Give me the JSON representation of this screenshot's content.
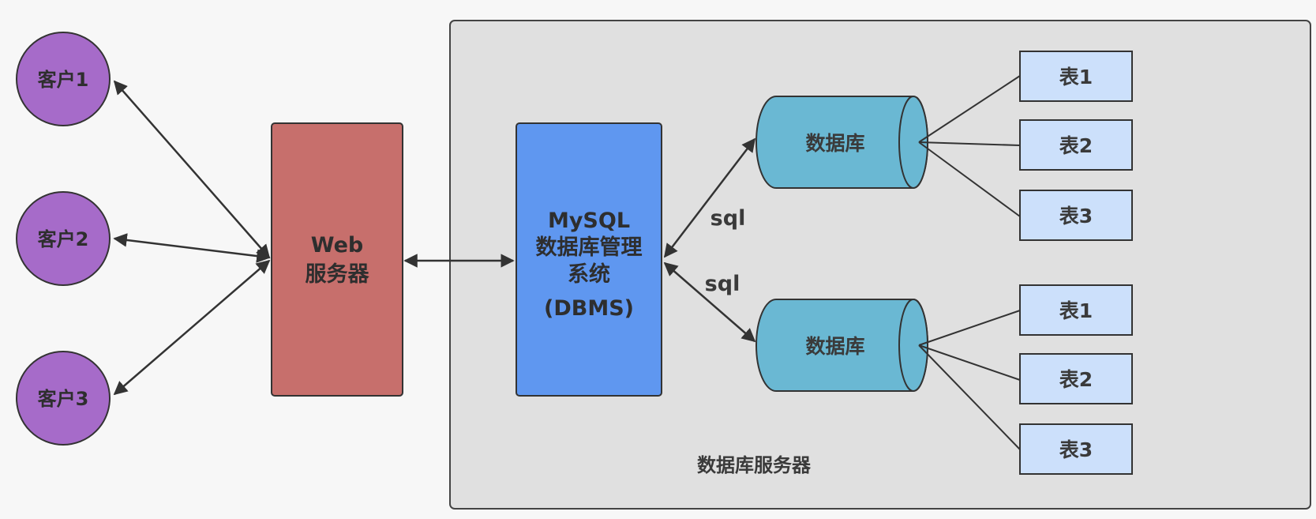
{
  "clients": [
    {
      "label": "客户1"
    },
    {
      "label": "客户2"
    },
    {
      "label": "客户3"
    }
  ],
  "web_server": {
    "line1": "Web",
    "line2": "服务器"
  },
  "dbms": {
    "line1": "MySQL",
    "line2": "数据库管理",
    "line3": "系统",
    "line4": "(DBMS)"
  },
  "databases": [
    {
      "label": "数据库",
      "tables": [
        "表1",
        "表2",
        "表3"
      ]
    },
    {
      "label": "数据库",
      "tables": [
        "表1",
        "表2",
        "表3"
      ]
    }
  ],
  "edge_labels": {
    "sql_top": "sql",
    "sql_bottom": "sql"
  },
  "server_container": {
    "label": "数据库服务器"
  },
  "colors": {
    "client_fill": "#a66bc9",
    "web_fill": "#c76f6c",
    "dbms_fill": "#5f97f0",
    "db_fill": "#6ab8d3",
    "table_fill": "#cce0fb",
    "container_fill": "#e0e0e0"
  }
}
